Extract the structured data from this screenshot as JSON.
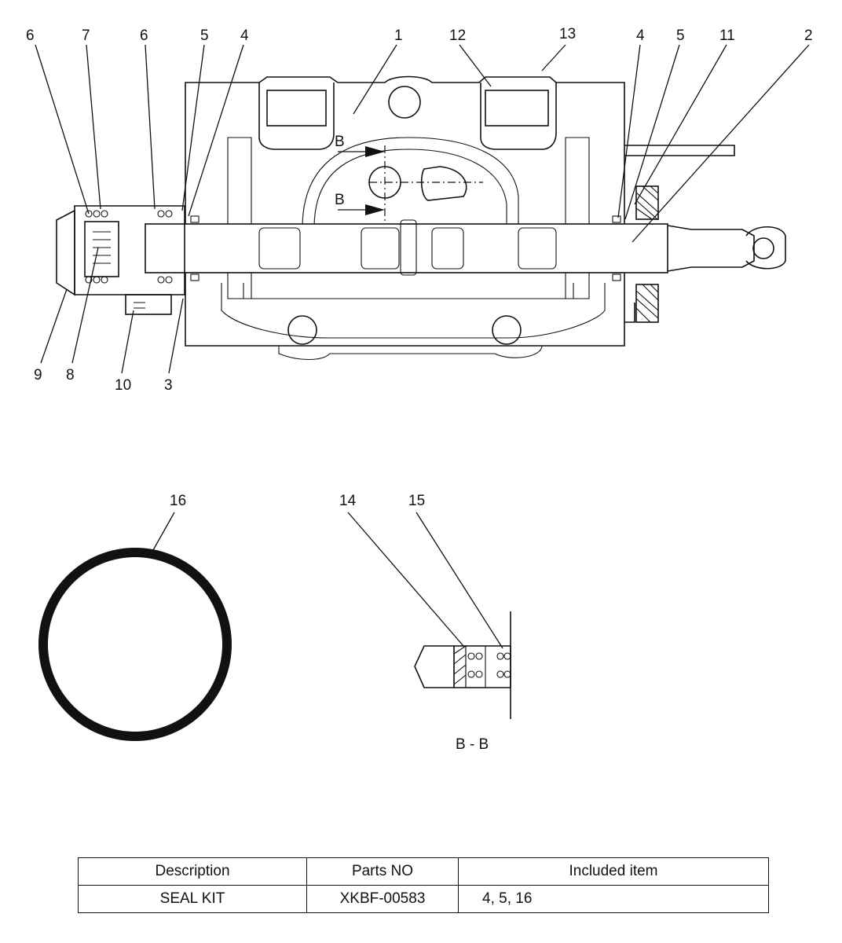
{
  "callouts": [
    "1",
    "2",
    "3",
    "4",
    "5",
    "6",
    "7",
    "8",
    "9",
    "10",
    "11",
    "12",
    "13",
    "14",
    "15",
    "16"
  ],
  "section_markers": {
    "marker_a": "B",
    "marker_b": "B"
  },
  "section_view_label": "B - B",
  "table": {
    "headers": [
      "Description",
      "Parts NO",
      "Included item"
    ],
    "rows": [
      [
        "SEAL KIT",
        "XKBF-00583",
        "4, 5, 16"
      ]
    ]
  }
}
